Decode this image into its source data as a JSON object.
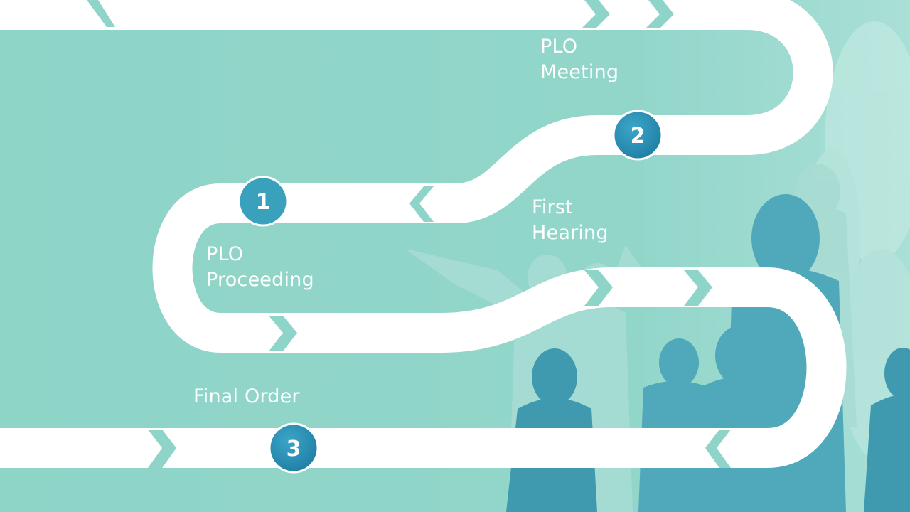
{
  "steps": [
    {
      "number": "1",
      "label_line1": "PLO",
      "label_line2": "Proceeding"
    },
    {
      "number": "2",
      "label_line1": "PLO",
      "label_line2": "Meeting"
    },
    {
      "number": "3",
      "label_line1": "Final Order"
    }
  ],
  "extra_labels": {
    "first_hearing_line1": "First",
    "first_hearing_line2": "Hearing"
  },
  "colors": {
    "background": "#8fd4c8",
    "path": "#ffffff",
    "badge": "#2f93b5",
    "silhouette": "#4aa8b8"
  }
}
